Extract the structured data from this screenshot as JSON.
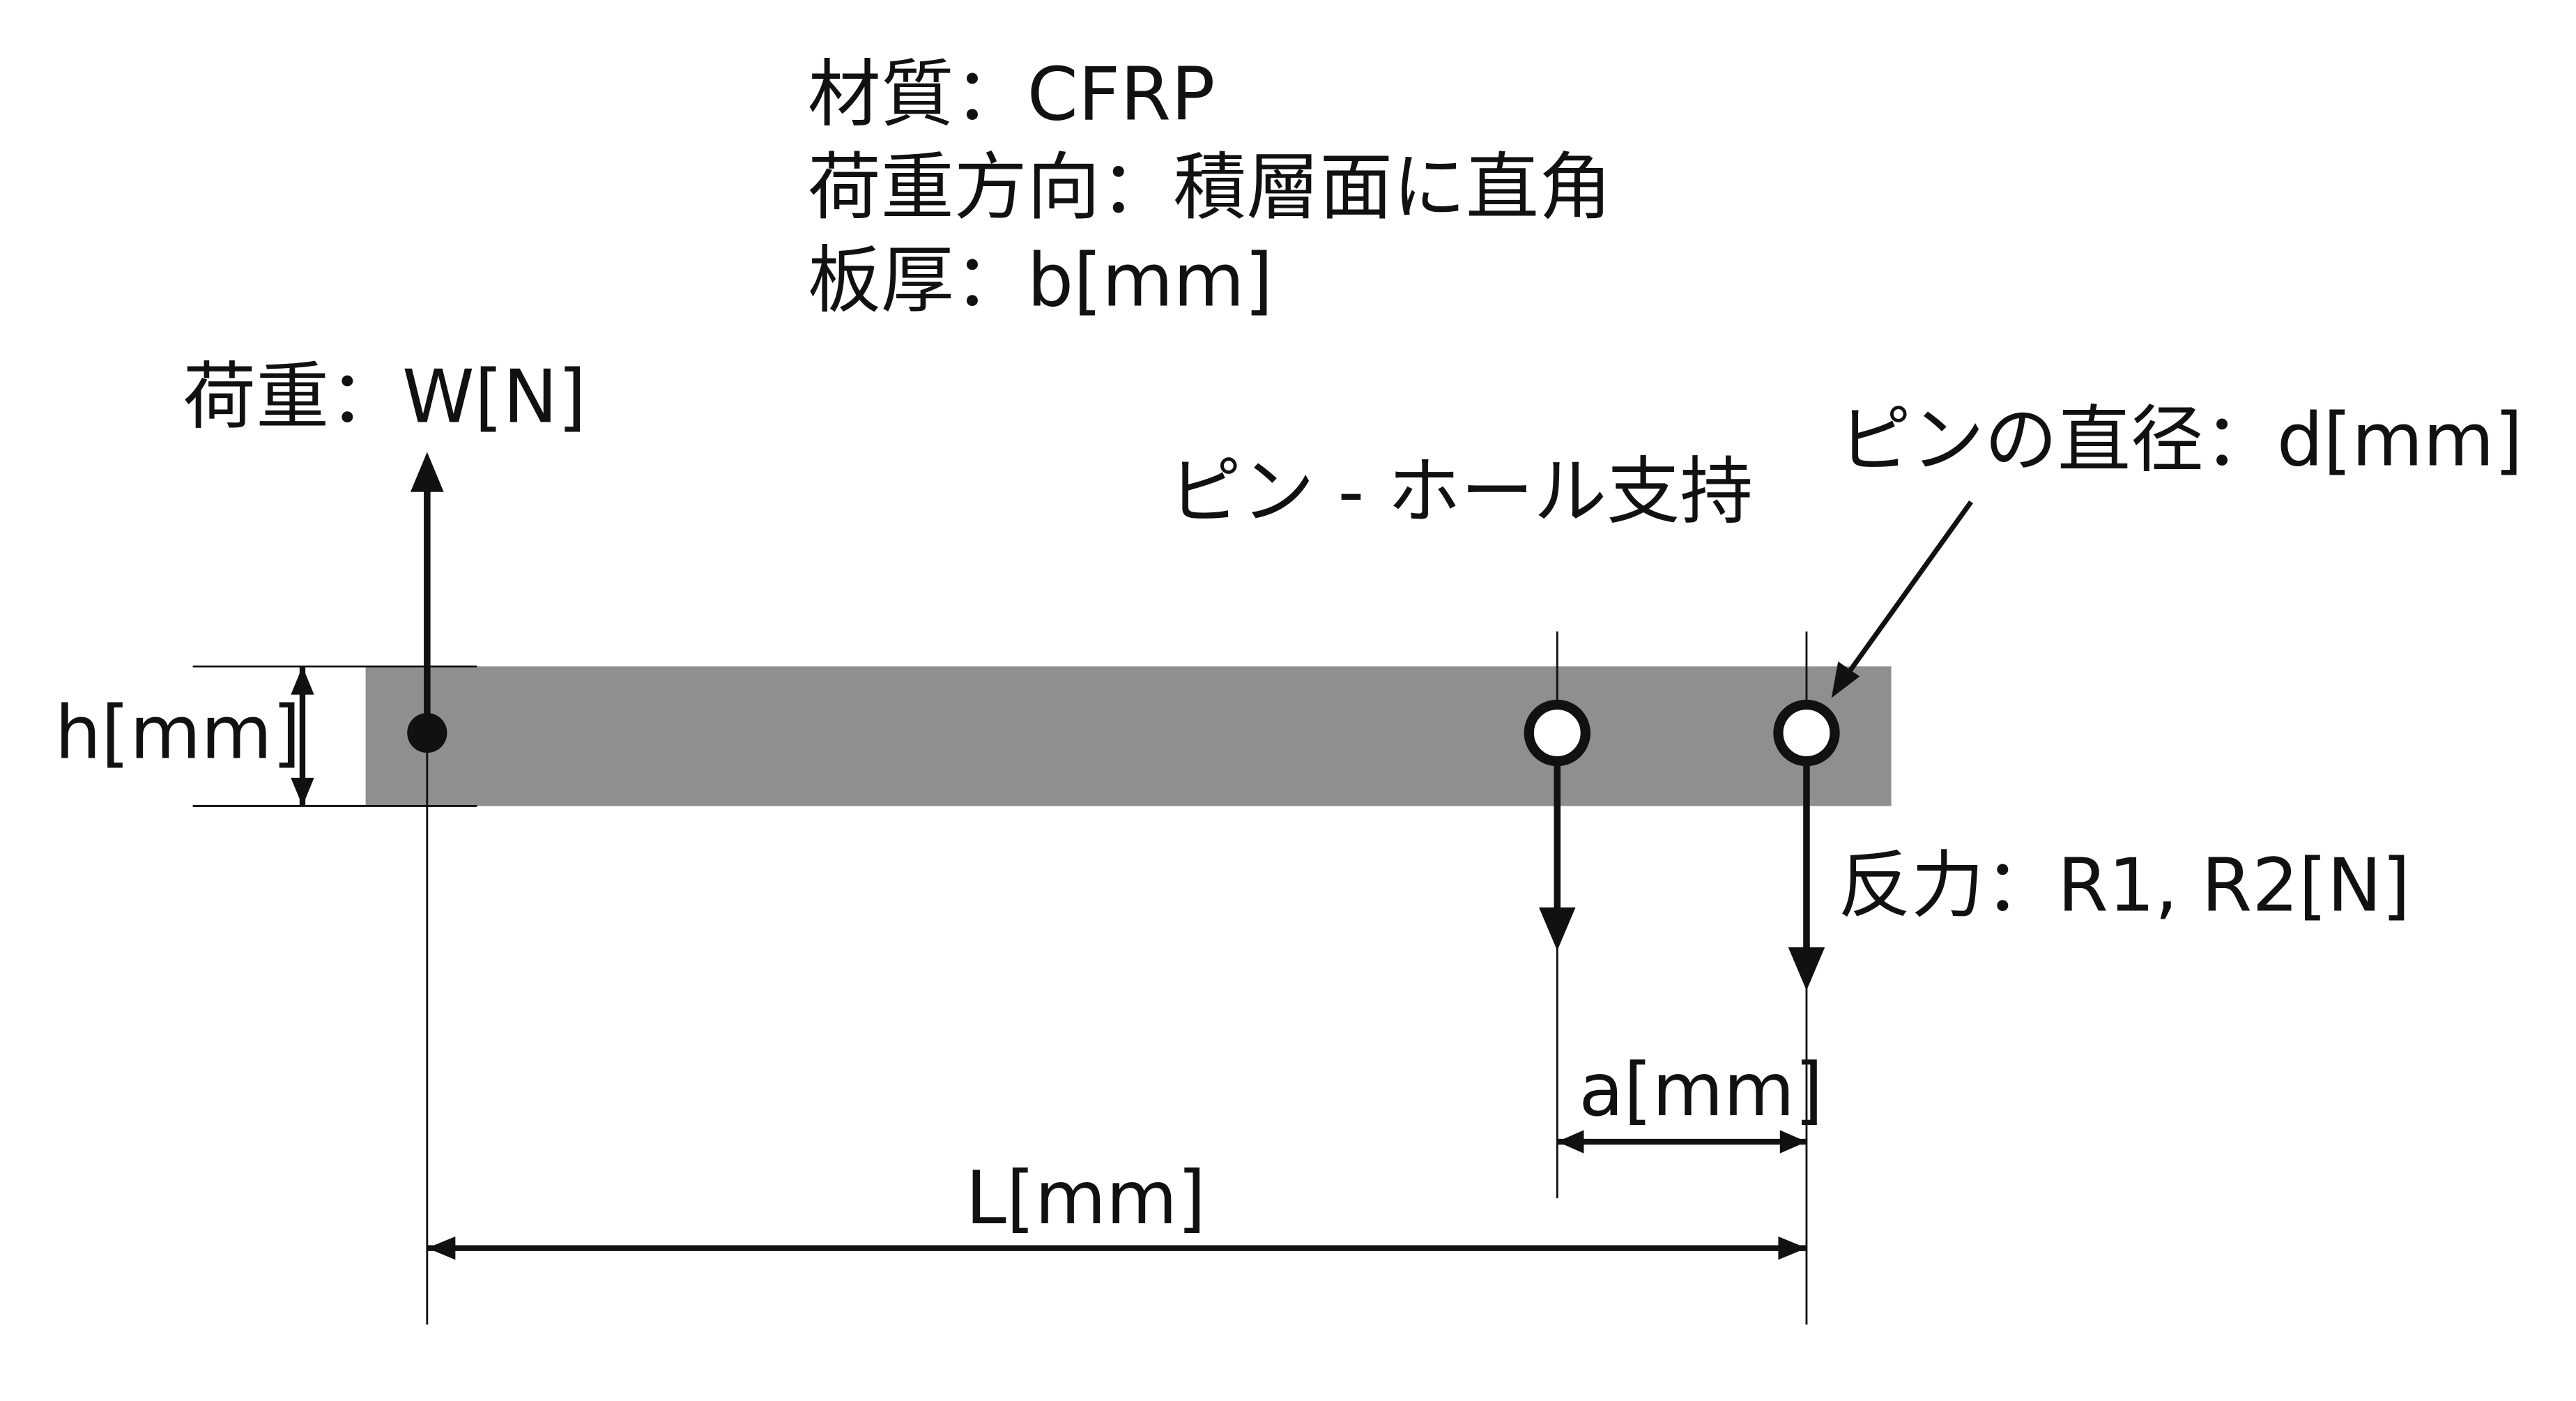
{
  "header": {
    "material": "材質：CFRP",
    "load_direction": "荷重方向：積層面に直角",
    "thickness": "板厚：b[mm]"
  },
  "labels": {
    "load": "荷重：W[N]",
    "support": "ピン - ホール支持",
    "pin_diameter": "ピンの直径：d[mm]",
    "height": "h[mm]",
    "reaction": "反力：R1, R2[N]",
    "pin_spacing": "a[mm]",
    "length": "L[mm]"
  },
  "colors": {
    "beam": "#8f8f8f",
    "ink": "#111111",
    "background": "#ffffff"
  }
}
